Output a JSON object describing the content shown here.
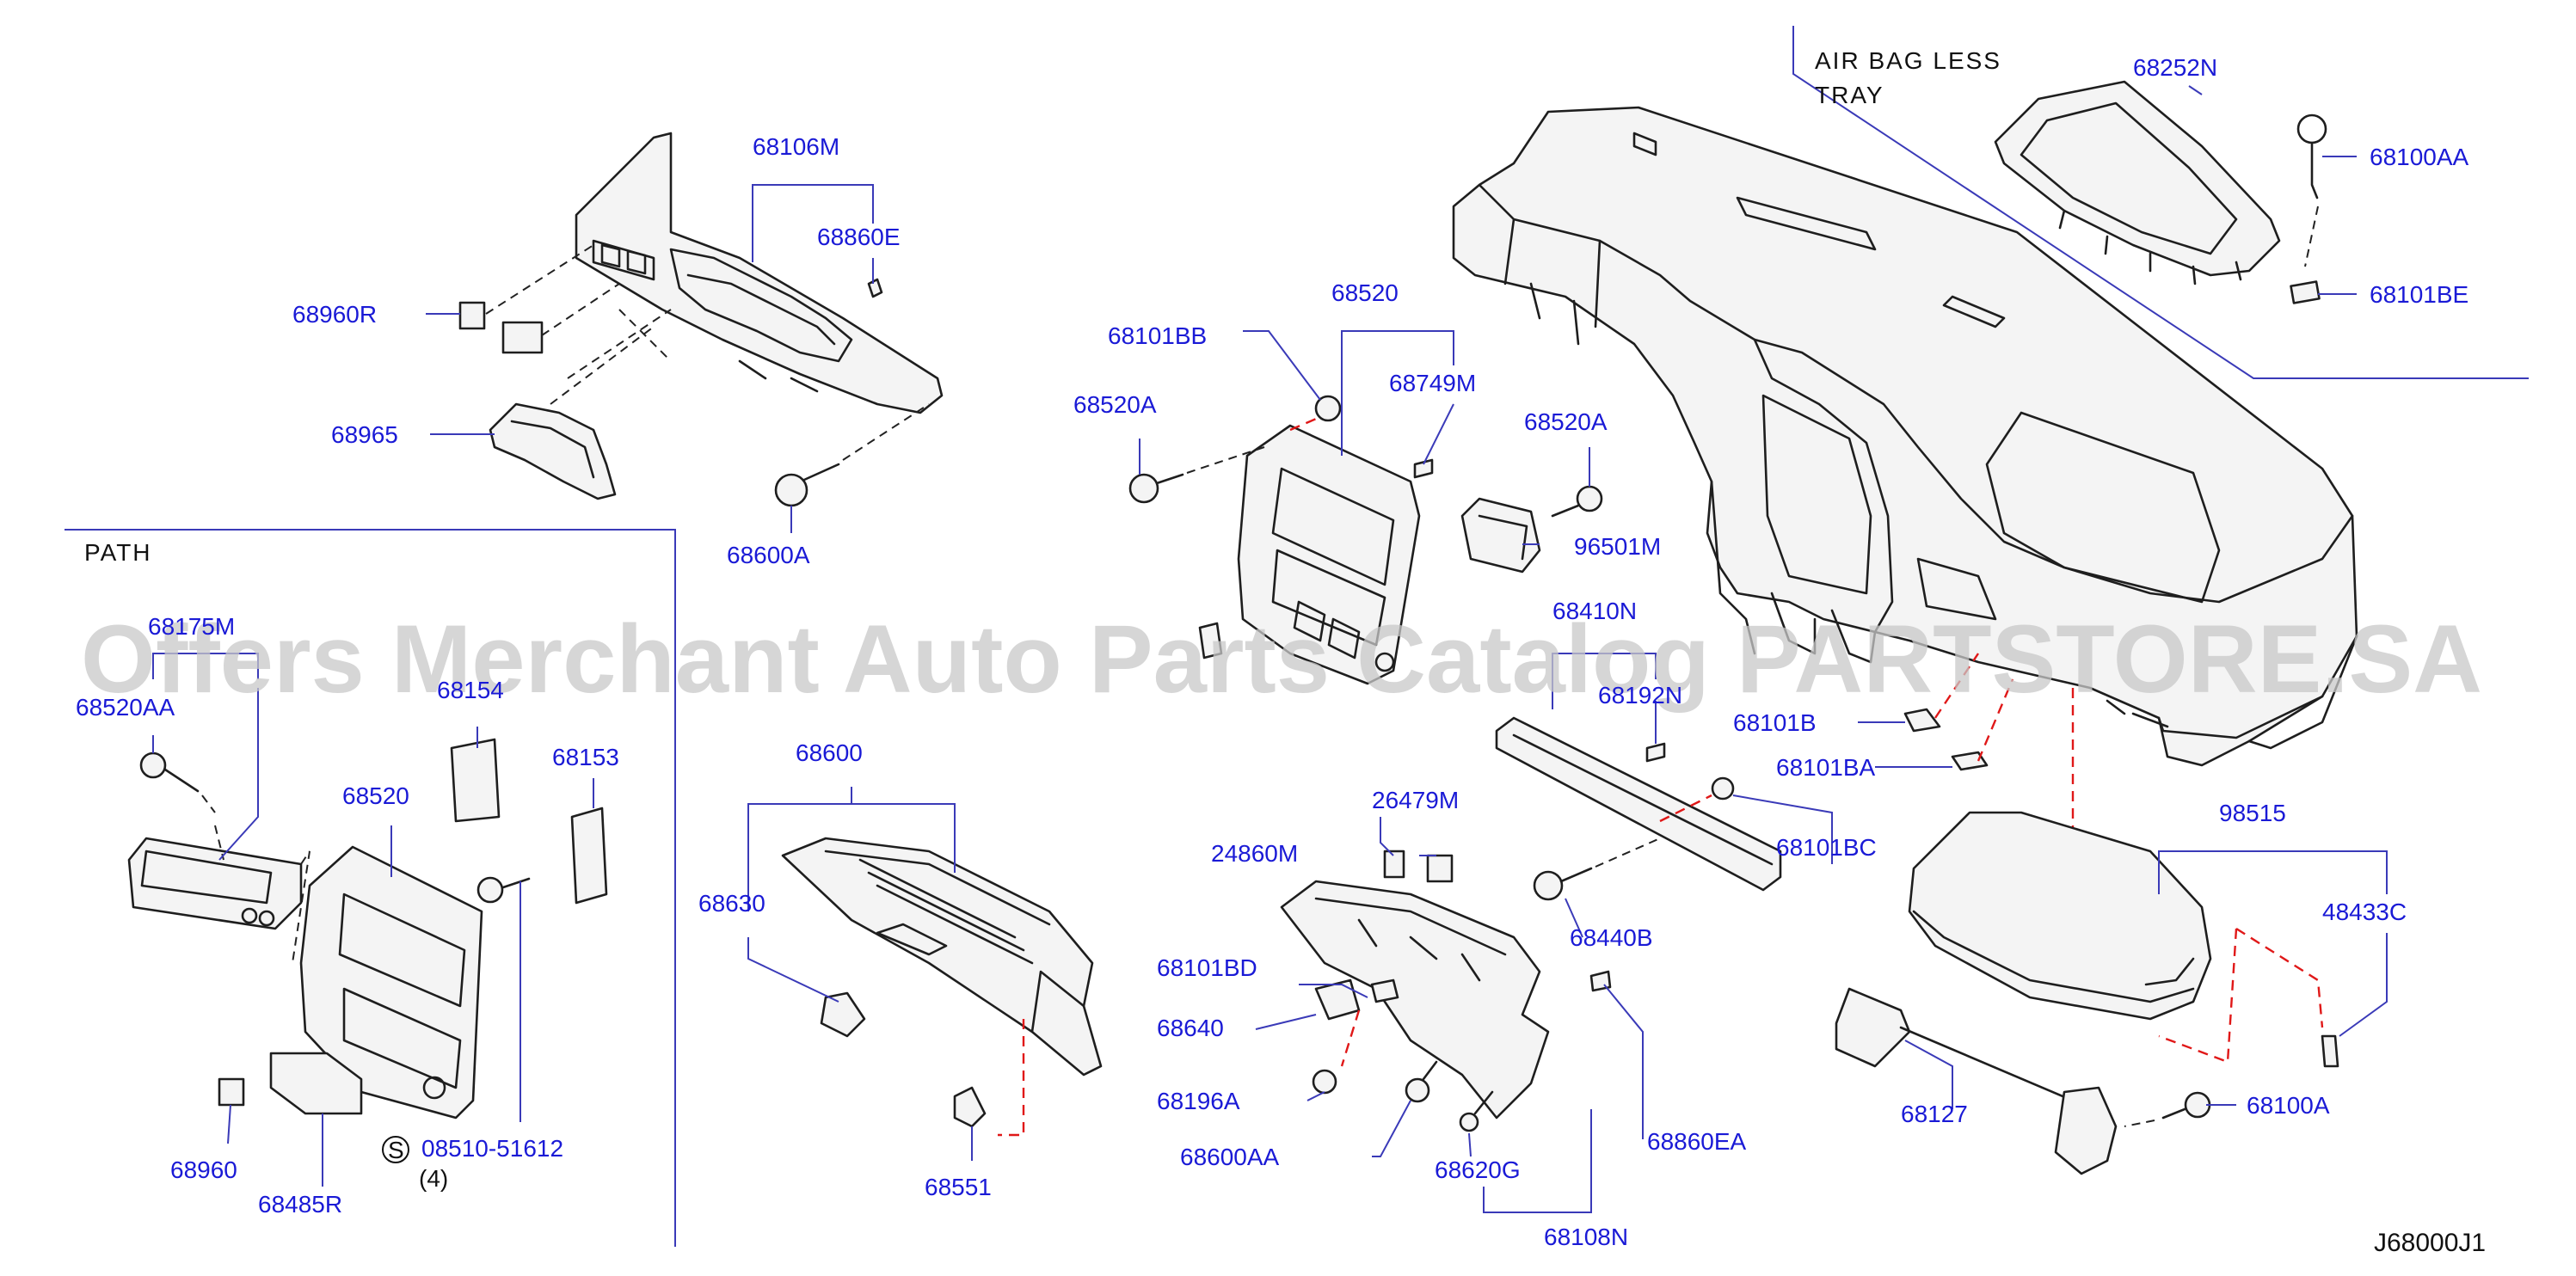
{
  "labels": {
    "air_bag_less_1": "AIR   BAG   LESS",
    "air_bag_less_2": "TRAY",
    "path": "PATH",
    "p68252N": "68252N",
    "p68100AA": "68100AA",
    "p68101BE": "68101BE",
    "p68106M": "68106M",
    "p68860E": "68860E",
    "p68960R": "68960R",
    "p68965": "68965",
    "p68600A": "68600A",
    "p68101BB": "68101BB",
    "p68520": "68520",
    "p68749M": "68749M",
    "p68520A_left": "68520A",
    "p68520A_right": "68520A",
    "p96501M": "96501M",
    "p68410N": "68410N",
    "p68192N": "68192N",
    "p68101B": "68101B",
    "p68101BA": "68101BA",
    "p68101BC": "68101BC",
    "p68440B": "68440B",
    "p98515": "98515",
    "p48433C": "48433C",
    "p68127": "68127",
    "p68100A": "68100A",
    "p68175M": "68175M",
    "p68520AA": "68520AA",
    "p68154": "68154",
    "p68153": "68153",
    "p68520_path": "68520",
    "p08510": "08510-51612",
    "p08510_s": "S",
    "p08510_qty": "(4)",
    "p68960": "68960",
    "p68485R": "68485R",
    "p68600": "68600",
    "p68630": "68630",
    "p68551": "68551",
    "p26479M": "26479M",
    "p24860M": "24860M",
    "p68101BD": "68101BD",
    "p68640": "68640",
    "p68196A": "68196A",
    "p68600AA": "68600AA",
    "p68620G": "68620G",
    "p68108N": "68108N",
    "p68860EA": "68860EA",
    "diagram_code": "J68000J1"
  },
  "watermark": "Offers Merchant Auto Parts Catalog PARTSTORE.SA",
  "colors": {
    "label_text": "#1a1ad6",
    "leader_line": "#3a3ab8",
    "red_dash": "#e01818",
    "watermark": "#c8c8c8",
    "part_stroke": "#1e1e1e"
  }
}
